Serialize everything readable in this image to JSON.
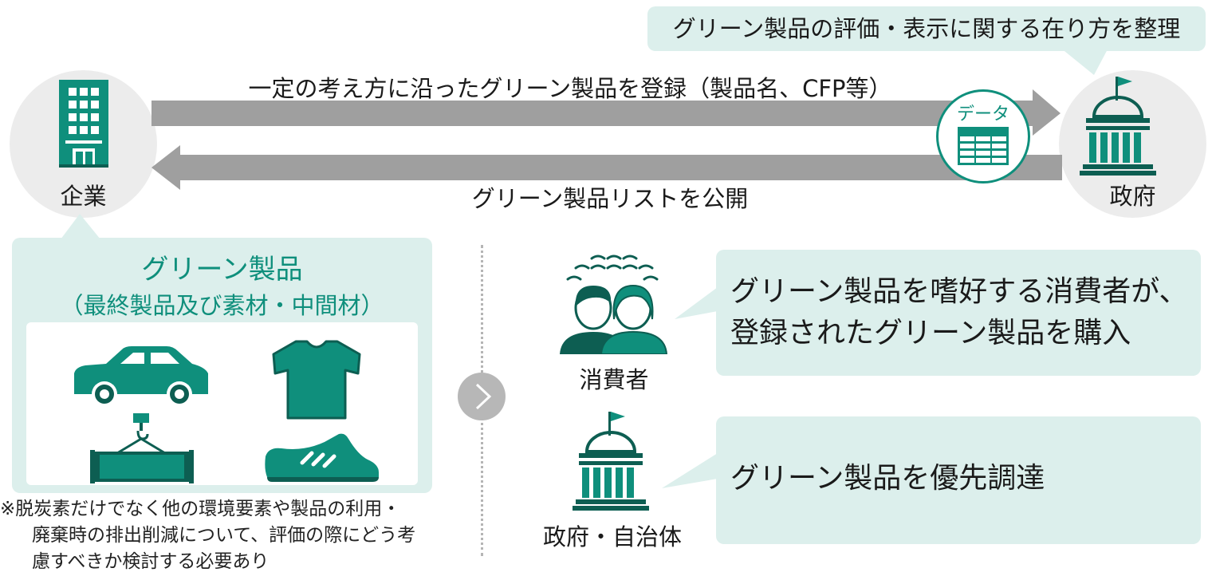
{
  "top_callout": "グリーン製品の評価・表示に関する在り方を整理",
  "actors": {
    "company": "企業",
    "government": "政府"
  },
  "arrows": {
    "register": "一定の考え方に沿ったグリーン製品を登録（製品名、CFP等）",
    "publish": "グリーン製品リストを公開"
  },
  "data_badge": "データ",
  "products": {
    "title": "グリーン製品",
    "subtitle": "（最終製品及び素材・中間材）",
    "items": [
      "car-icon",
      "tshirt-icon",
      "crane-material-icon",
      "shoe-icon"
    ]
  },
  "footnote": {
    "line1": "※脱炭素だけでなく他の環境要素や製品の利用・",
    "line2": "廃棄時の排出削減について、評価の際にどう考",
    "line3": "慮すべきか検討する必要あり"
  },
  "stakeholders": {
    "consumer": {
      "label": "消費者",
      "line1": "グリーン製品を嗜好する消費者が、",
      "line2": "登録されたグリーン製品を購入"
    },
    "gov_local": {
      "label": "政府・自治体",
      "text": "グリーン製品を優先調達"
    }
  },
  "colors": {
    "accent": "#0f8f7c",
    "dark": "#0d5e52",
    "bubble": "#dcefec",
    "arrow": "#9f9f9f",
    "circle": "#ececec"
  }
}
